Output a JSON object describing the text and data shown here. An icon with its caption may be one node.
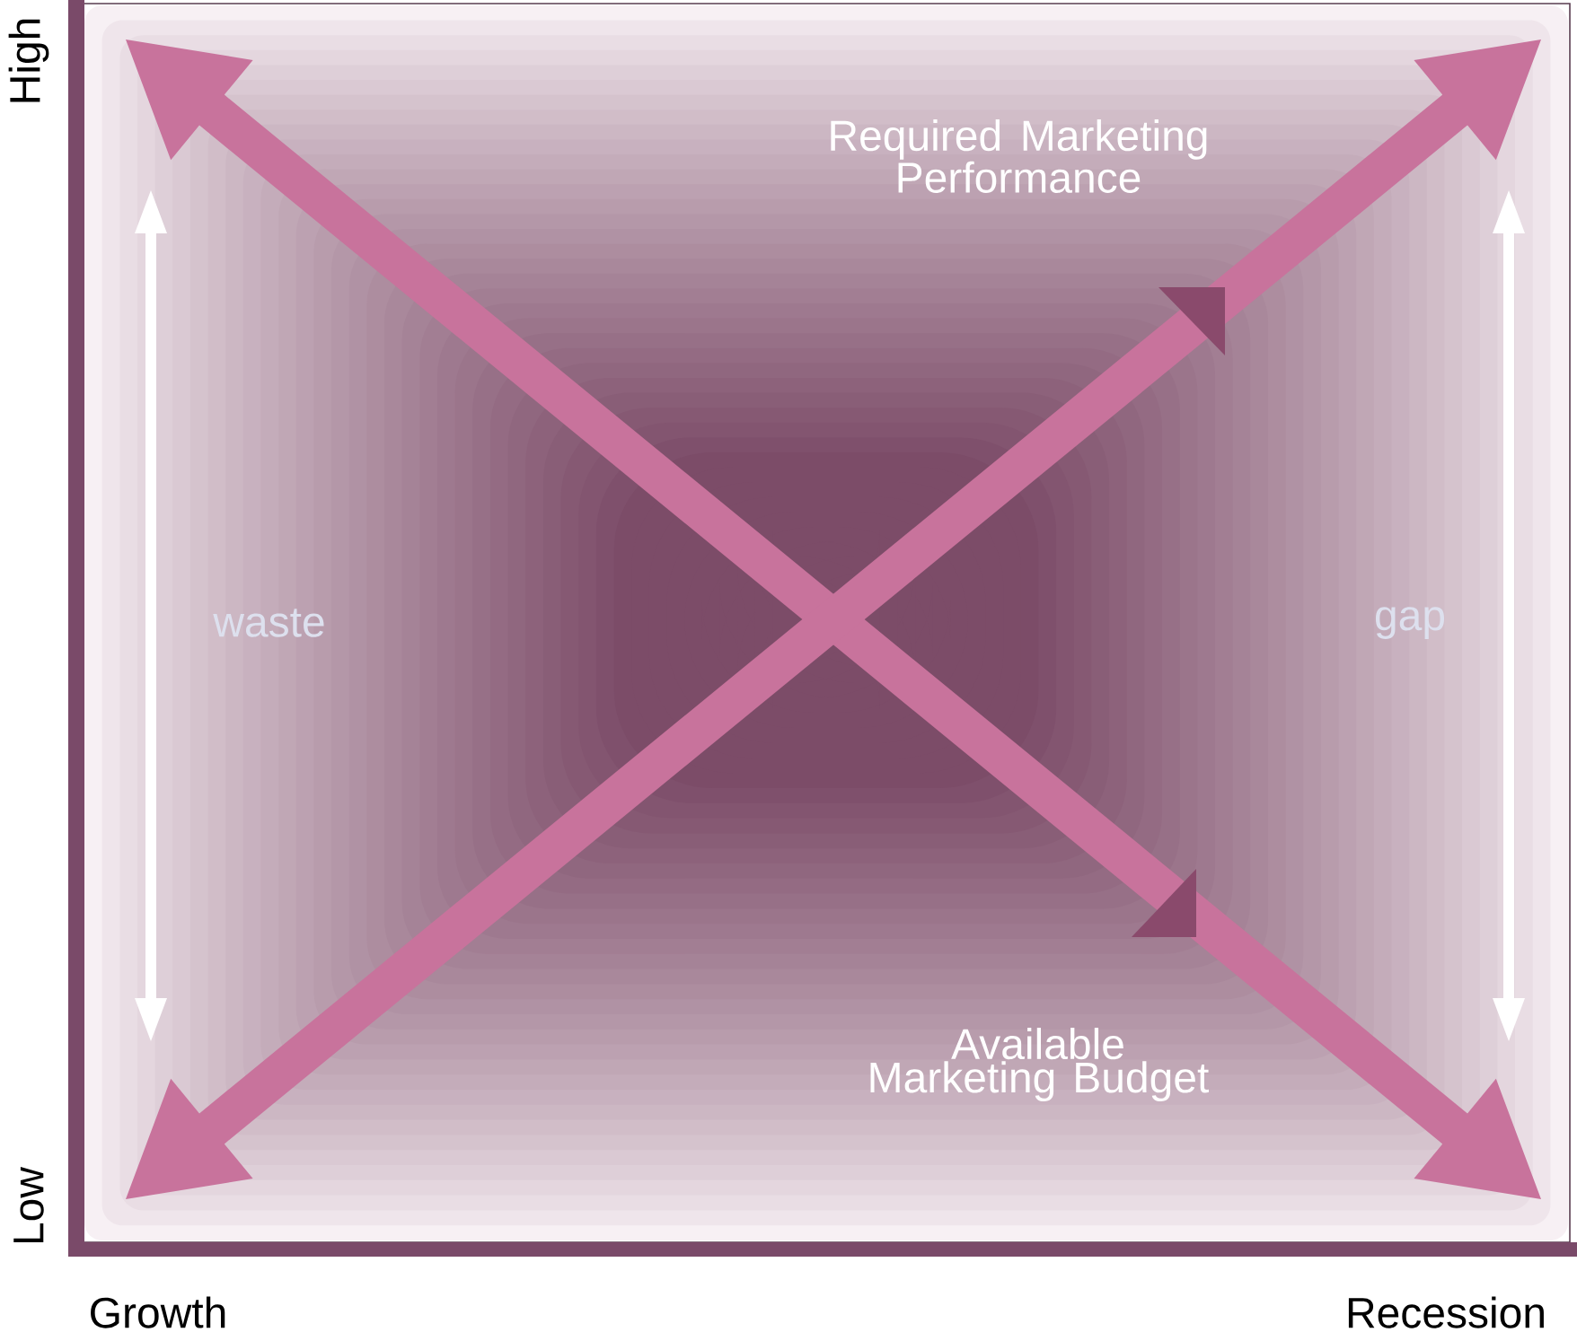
{
  "diagram": {
    "labels": [
      "High",
      "Low",
      "Growth",
      "Recession",
      "Required Marketing Performance",
      "Available Marketing Budget",
      "waste",
      "gap"
    ]
  }
}
